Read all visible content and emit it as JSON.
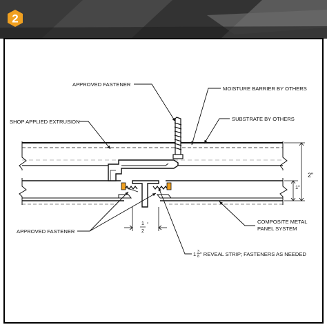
{
  "step": {
    "number": "2"
  },
  "colors": {
    "banner_dark": "#2b2b2b",
    "banner_mid": "#555555",
    "accent": "#f0a020",
    "frame": "#000000",
    "line": "#111111"
  },
  "labels": {
    "approved_fastener_top": "APPROVED FASTENER",
    "moisture_barrier": "MOISTURE BARRIER BY OTHERS",
    "shop_applied_extrusion": "SHOP APPLIED EXTRUSION",
    "substrate": "SUBSTRATE BY OTHERS",
    "approved_fastener_bottom": "APPROVED FASTENER",
    "composite_panel_line1": "COMPOSITE METAL",
    "composite_panel_line2": "PANEL SYSTEM",
    "reveal_strip_prefix": "1",
    "reveal_strip_frac_num": "3",
    "reveal_strip_frac_den": "8",
    "reveal_strip_rest": "\" REVEAL STRIP; FASTENERS AS NEEDED"
  },
  "dimensions": {
    "total_height": "2\"",
    "panel_height": "1\"",
    "gap_num": "1",
    "gap_den": "2",
    "gap_unit": "\""
  }
}
